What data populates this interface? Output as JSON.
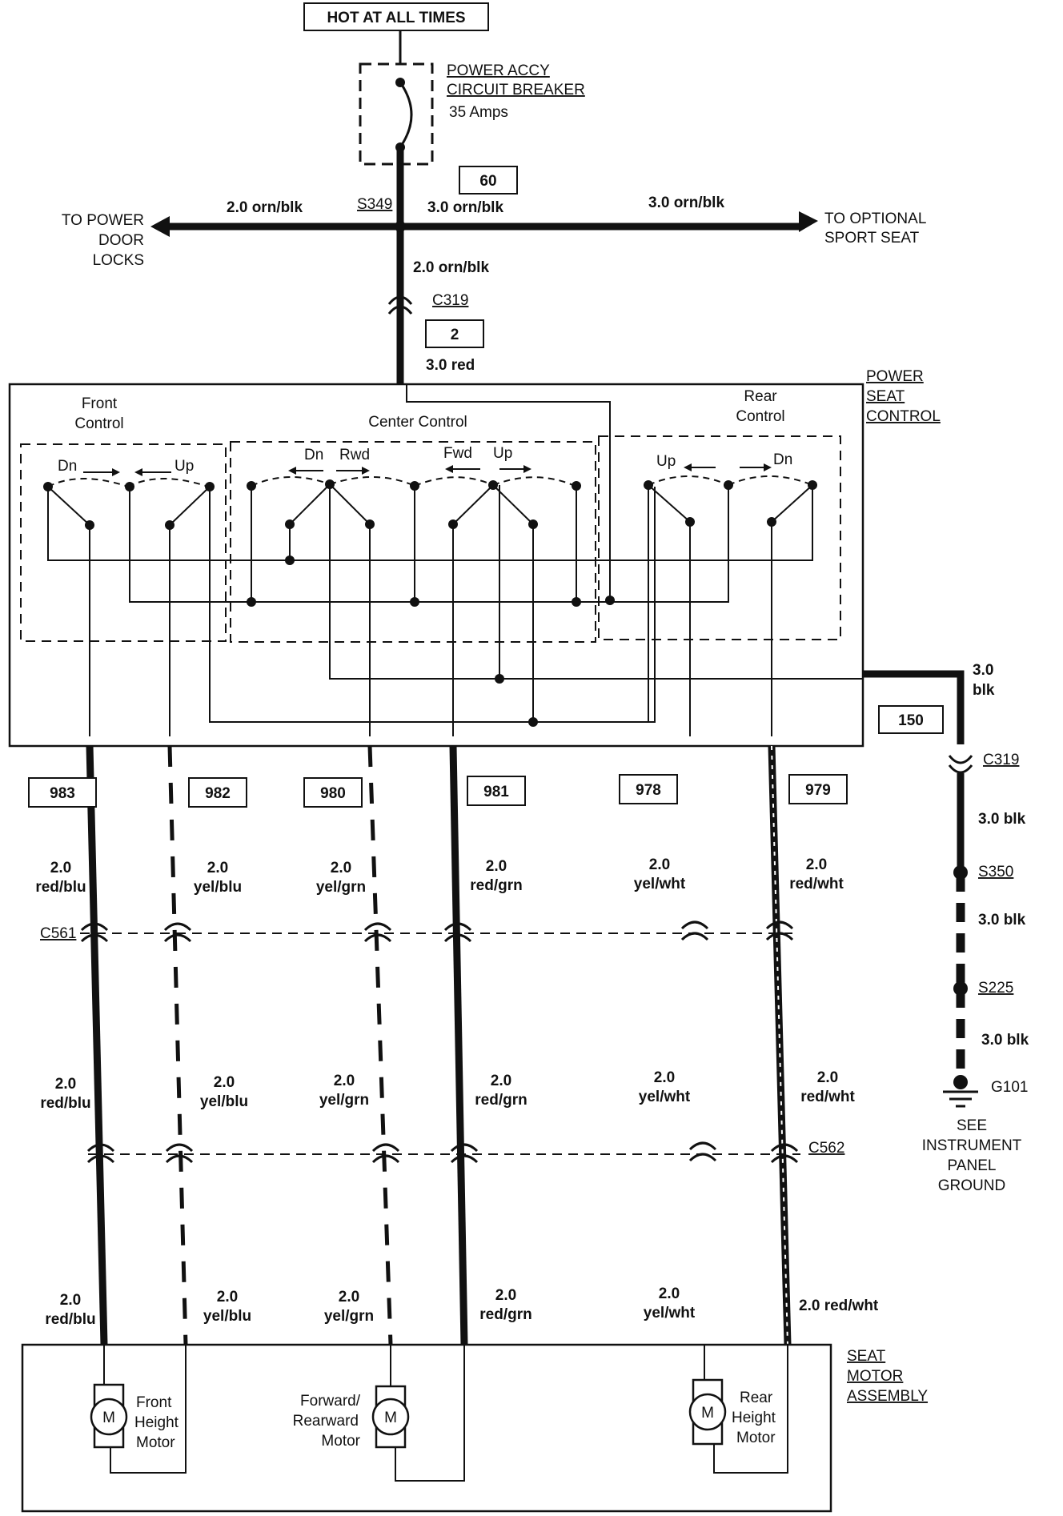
{
  "header": {
    "hot_label": "HOT AT ALL TIMES"
  },
  "breaker": {
    "title_line1": "POWER ACCY",
    "title_line2": "CIRCUIT BREAKER",
    "rating": "35 Amps"
  },
  "splices": {
    "s349": "S349",
    "s350": "S350",
    "s225": "S225"
  },
  "circuits": {
    "c60": "60",
    "c2": "2",
    "c150": "150",
    "c983": "983",
    "c982": "982",
    "c980": "980",
    "c981": "981",
    "c978": "978",
    "c979": "979"
  },
  "top_wires": {
    "left": "2.0 orn/blk",
    "mid": "3.0 orn/blk",
    "right": "3.0 orn/blk",
    "down": "2.0 orn/blk",
    "red": "3.0 red"
  },
  "destinations": {
    "left_l1": "TO POWER",
    "left_l2": "DOOR",
    "left_l3": "LOCKS",
    "right_l1": "TO OPTIONAL",
    "right_l2": "SPORT SEAT"
  },
  "connectors": {
    "c319_top": "C319",
    "c319_right": "C319",
    "c561": "C561",
    "c562": "C562"
  },
  "power_seat_control": {
    "title_l1": "POWER",
    "title_l2": "SEAT",
    "title_l3": "CONTROL",
    "front_l1": "Front",
    "front_l2": "Control",
    "center": "Center Control",
    "rear_l1": "Rear",
    "rear_l2": "Control",
    "dn1": "Dn",
    "up1": "Up",
    "dn2": "Dn",
    "rwd": "Rwd",
    "fwd": "Fwd",
    "up2": "Up",
    "up3": "Up",
    "dn3": "Dn"
  },
  "wire_labels": {
    "size": "2.0",
    "red_blu": "red/blu",
    "yel_blu": "yel/blu",
    "yel_grn": "yel/grn",
    "red_grn": "red/grn",
    "yel_wht": "yel/wht",
    "red_wht": "red/wht",
    "red_wht_full": "2.0 red/wht"
  },
  "ground": {
    "blk_size": "3.0",
    "blk_color": "blk",
    "blk": "3.0 blk",
    "g101": "G101",
    "see_l1": "SEE",
    "see_l2": "INSTRUMENT",
    "see_l3": "PANEL",
    "see_l4": "GROUND"
  },
  "motor_assembly": {
    "title_l1": "SEAT",
    "title_l2": "MOTOR",
    "title_l3": "ASSEMBLY",
    "motor_symbol": "M",
    "front_l1": "Front",
    "front_l2": "Height",
    "front_l3": "Motor",
    "fwd_l1": "Forward/",
    "fwd_l2": "Rearward",
    "fwd_l3": "Motor",
    "rear_l1": "Rear",
    "rear_l2": "Height",
    "rear_l3": "Motor"
  }
}
